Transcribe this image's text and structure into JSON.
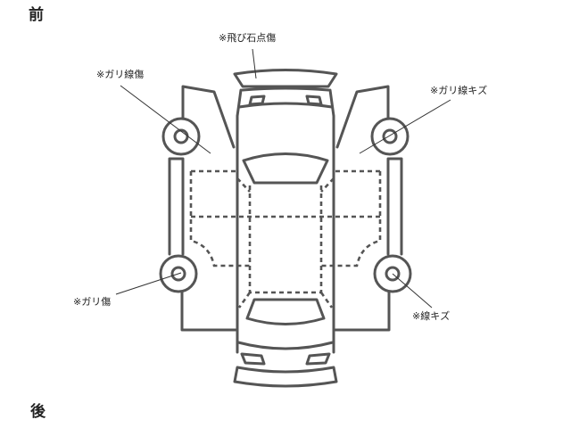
{
  "directions": {
    "front": "前",
    "rear": "後"
  },
  "damage_labels": [
    {
      "id": "hood",
      "text": "※飛び石点傷"
    },
    {
      "id": "left-front",
      "text": "※ガリ線傷"
    },
    {
      "id": "right-front",
      "text": "※ガリ線キズ"
    },
    {
      "id": "left-rear",
      "text": "※ガリ傷"
    },
    {
      "id": "right-rear",
      "text": "※線キズ"
    }
  ],
  "colors": {
    "outline": "#555555",
    "text": "#222222"
  }
}
